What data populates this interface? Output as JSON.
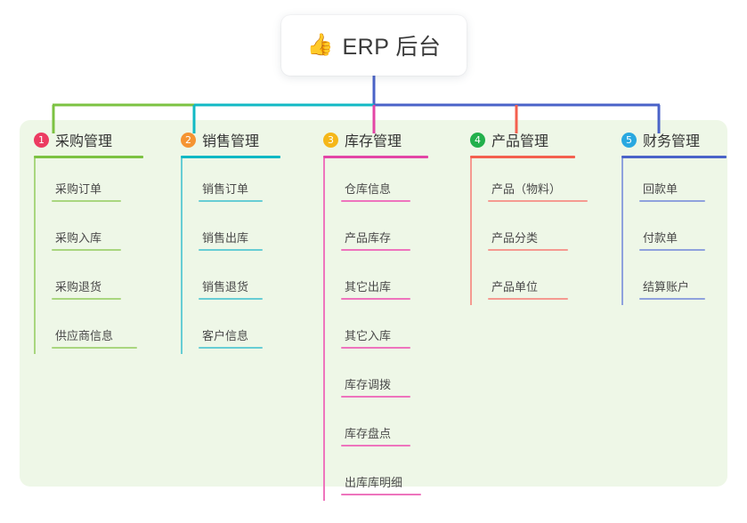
{
  "root": {
    "emoji": "👍",
    "emoji_name": "thumbs-up-icon",
    "title": "ERP 后台"
  },
  "theme": {
    "page_background": "#ffffff",
    "panel_background": "#eef7e7",
    "card_background": "#ffffff",
    "text_color": "#333333",
    "leaf_text_color": "#4a4a4a",
    "stem_color": "#4a63c8"
  },
  "columns": [
    {
      "number": "1",
      "title": "采购管理",
      "badge_color": "#ec3b62",
      "line_color": "#7cc242",
      "leaf_line_color": "#a9d67f",
      "items": [
        {
          "label": "采购订单"
        },
        {
          "label": "采购入库"
        },
        {
          "label": "采购退货"
        },
        {
          "label": "供应商信息"
        }
      ]
    },
    {
      "number": "2",
      "title": "销售管理",
      "badge_color": "#f59432",
      "line_color": "#11b9c4",
      "leaf_line_color": "#67cdd4",
      "items": [
        {
          "label": "销售订单"
        },
        {
          "label": "销售出库"
        },
        {
          "label": "销售退货"
        },
        {
          "label": "客户信息"
        }
      ]
    },
    {
      "number": "3",
      "title": "库存管理",
      "badge_color": "#f5b719",
      "line_color": "#e345a6",
      "leaf_line_color": "#ee74bd",
      "items": [
        {
          "label": "仓库信息"
        },
        {
          "label": "产品库存"
        },
        {
          "label": "其它出库"
        },
        {
          "label": "其它入库"
        },
        {
          "label": "库存调拨"
        },
        {
          "label": "库存盘点"
        },
        {
          "label": "出库库明细"
        }
      ]
    },
    {
      "number": "4",
      "title": "产品管理",
      "badge_color": "#22b04b",
      "line_color": "#f4604f",
      "leaf_line_color": "#f59a91",
      "items": [
        {
          "label": "产品（物料）"
        },
        {
          "label": "产品分类"
        },
        {
          "label": "产品单位"
        }
      ]
    },
    {
      "number": "5",
      "title": "财务管理",
      "badge_color": "#29a8e0",
      "line_color": "#4a63c8",
      "leaf_line_color": "#8fa2dd",
      "items": [
        {
          "label": "回款单"
        },
        {
          "label": "付款单"
        },
        {
          "label": "结算账户"
        }
      ]
    }
  ]
}
